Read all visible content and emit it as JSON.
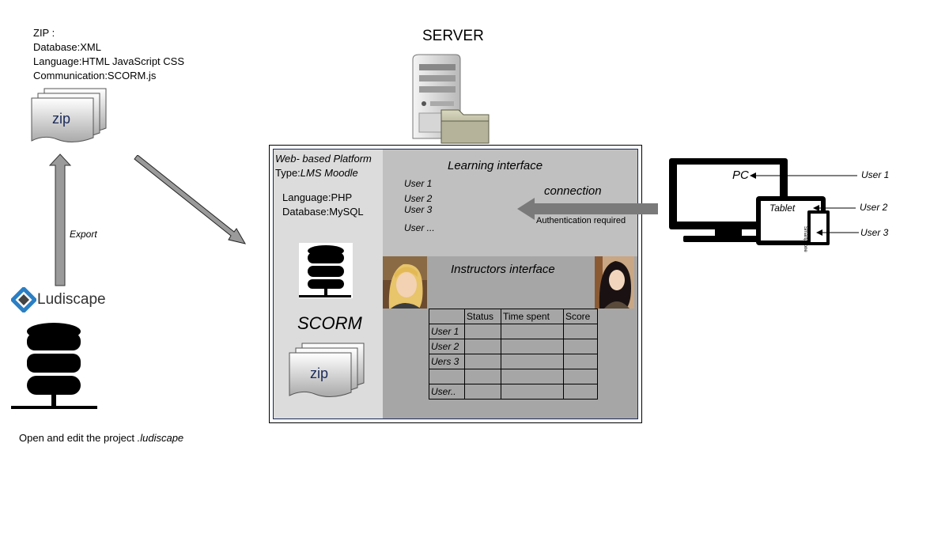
{
  "zip_info": {
    "lines": [
      "ZIP  :",
      "Database:XML",
      "Language:HTML JavaScript CSS",
      "Communication:SCORM.js"
    ]
  },
  "zip_icon_label": "zip",
  "export_label": "Export",
  "ludiscape_label": "Ludiscape",
  "open_edit": {
    "prefix": "Open and edit the project ",
    "suffix": ".ludiscape"
  },
  "server_title": "SERVER",
  "platform": {
    "type_line1": "Web- based Platform",
    "type_prefix": "Type:",
    "type_value": "LMS Moodle",
    "language": "Language:PHP",
    "database": "Database:MySQL",
    "scorm_label": "SCORM",
    "zip_label": "zip"
  },
  "learning": {
    "title": "Learning interface",
    "users": [
      "User 1",
      "User 2",
      "User 3",
      "User ..."
    ],
    "connection": "connection",
    "auth": "Authentication required"
  },
  "instructors": {
    "title": "Instructors interface",
    "headers": [
      "",
      "Status",
      "Time spent",
      "Score"
    ],
    "rows": [
      [
        "User 1",
        "",
        "",
        ""
      ],
      [
        "User 2",
        "",
        "",
        ""
      ],
      [
        "Uers 3",
        "",
        "",
        ""
      ],
      [
        "",
        "",
        "",
        ""
      ],
      [
        "User..",
        "",
        "",
        ""
      ]
    ]
  },
  "devices": {
    "pc": "PC",
    "tablet": "Tablet",
    "smartphone": "Smartphone",
    "users": [
      "User 1",
      "User 2",
      "User 3"
    ]
  },
  "colors": {
    "arrow_gray": "#8a8a8a",
    "panel_left": "#dcdcdc",
    "panel_learning": "#c0c0c0",
    "panel_instructors": "#a6a6a6",
    "ludiscape_blue": "#2a7fc4"
  }
}
